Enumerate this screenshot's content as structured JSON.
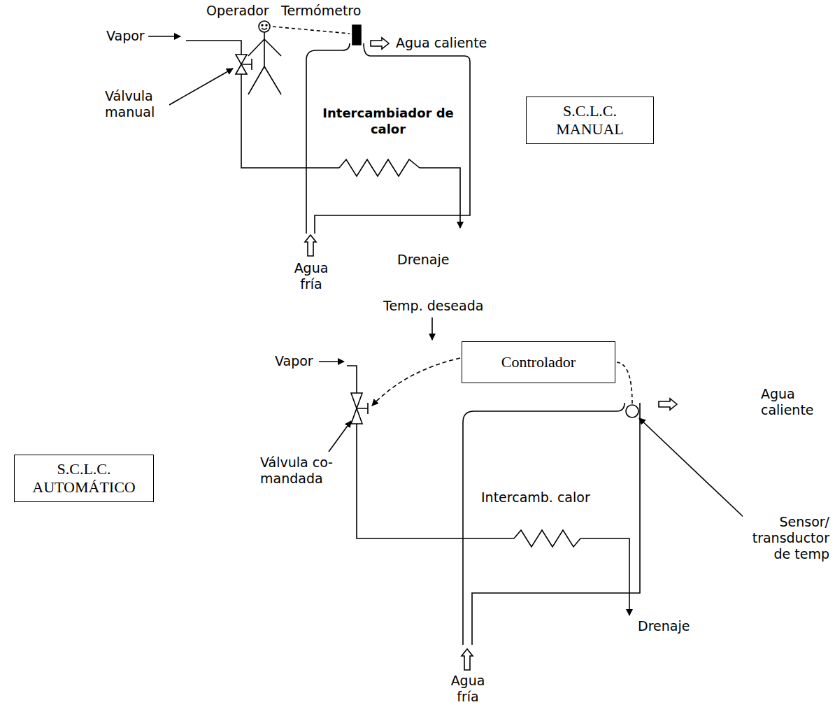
{
  "diagram": {
    "nodes": [
      {
        "text": [
          "S.C.L.C. MANUAL"
        ]
      },
      {
        "text": [
          "Controlador"
        ]
      },
      {
        "text": [
          "S.C.L.C. AUTOMÁTICO"
        ]
      }
    ],
    "labels": [
      "Operador",
      "Termómetro",
      "Vapor",
      "Agua caliente",
      "Válvula manual",
      "Intercambiador de calor",
      "Agua fría",
      "Drenaje",
      "Temp. deseada",
      "Vapor",
      "Agua caliente",
      "Válvula co- mandada",
      "Intercamb. calor",
      "Sensor/ transductor de temp",
      "Agua fría",
      "Drenaje"
    ]
  }
}
